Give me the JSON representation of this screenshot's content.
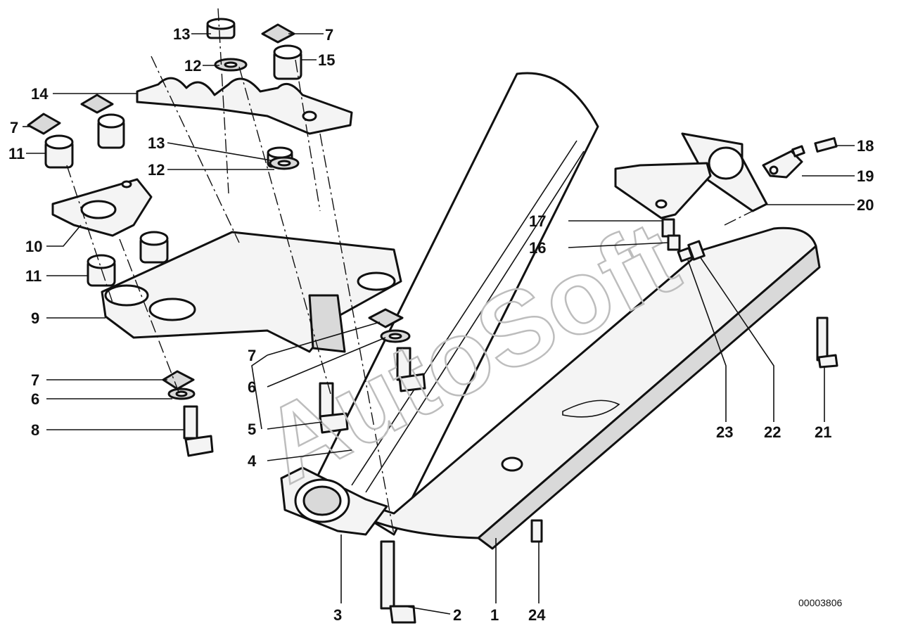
{
  "diagram": {
    "watermark": "AutoSoft",
    "drawing_code": "00003806",
    "callouts": [
      "1",
      "2",
      "3",
      "4",
      "5",
      "6",
      "7",
      "8",
      "9",
      "10",
      "11",
      "12",
      "13",
      "14",
      "15",
      "16",
      "17",
      "18",
      "19",
      "20",
      "21",
      "22",
      "23",
      "24"
    ]
  }
}
